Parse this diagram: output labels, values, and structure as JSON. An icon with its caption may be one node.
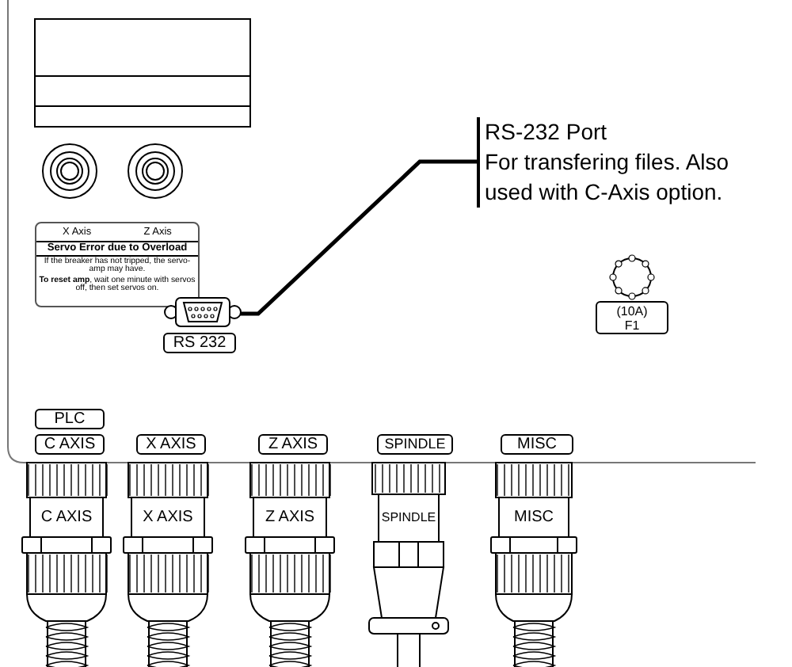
{
  "diagram": {
    "nodes": [
      {
        "text": [
          "RS-232 Port",
          "For transfering files. Also used with C-Axis option."
        ]
      },
      {
        "text": [],
        "shape": "picture",
        "beside": [
          "RS 232"
        ]
      }
    ],
    "edges": [
      {
        "from": 0,
        "to": 1,
        "arrow": "none"
      }
    ],
    "labels": [
      "X Axis",
      "Z Axis",
      "Servo Error due to Overload",
      "If the breaker has not tripped, the servo-amp may have.",
      "**To reset amp**, wait one minute with servos off, then set servos on.",
      "(10A) F1",
      "PLC",
      "C AXIS",
      "X AXIS",
      "Z AXIS",
      "SPINDLE",
      "MISC",
      "C AXIS",
      "X AXIS",
      "Z AXIS",
      "SPINDLE",
      "MISC"
    ]
  }
}
